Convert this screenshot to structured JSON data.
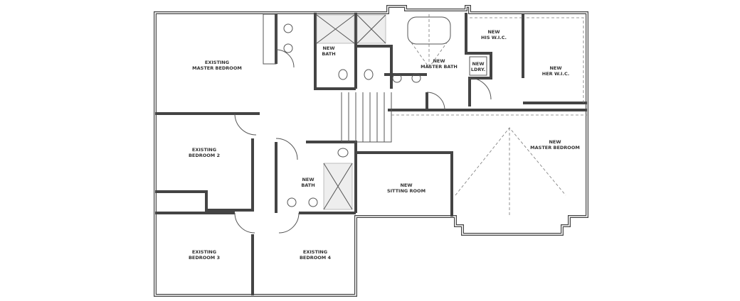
{
  "rooms": {
    "existing_master_bedroom": {
      "line1": "EXISTING",
      "line2": "MASTER BEDROOM"
    },
    "new_bath_upper": {
      "line1": "NEW",
      "line2": "BATH"
    },
    "new_master_bath": {
      "line1": "NEW",
      "line2": "MASTER BATH"
    },
    "new_laundry": {
      "line1": "NEW",
      "line2": "LDRY."
    },
    "new_his_wic": {
      "line1": "NEW",
      "line2": "HIS W.I.C."
    },
    "new_her_wic": {
      "line1": "NEW",
      "line2": "HER W.I.C."
    },
    "new_master_bedroom": {
      "line1": "NEW",
      "line2": "MASTER BEDROOM"
    },
    "existing_bedroom_2": {
      "line1": "EXISTING",
      "line2": "BEDROOM 2"
    },
    "new_sitting_room": {
      "line1": "NEW",
      "line2": "SITTING ROOM"
    },
    "new_bath_lower": {
      "line1": "NEW",
      "line2": "BATH"
    },
    "existing_bedroom_3": {
      "line1": "EXISTING",
      "line2": "BEDROOM 3"
    },
    "existing_bedroom_4": {
      "line1": "EXISTING",
      "line2": "BEDROOM 4"
    }
  }
}
